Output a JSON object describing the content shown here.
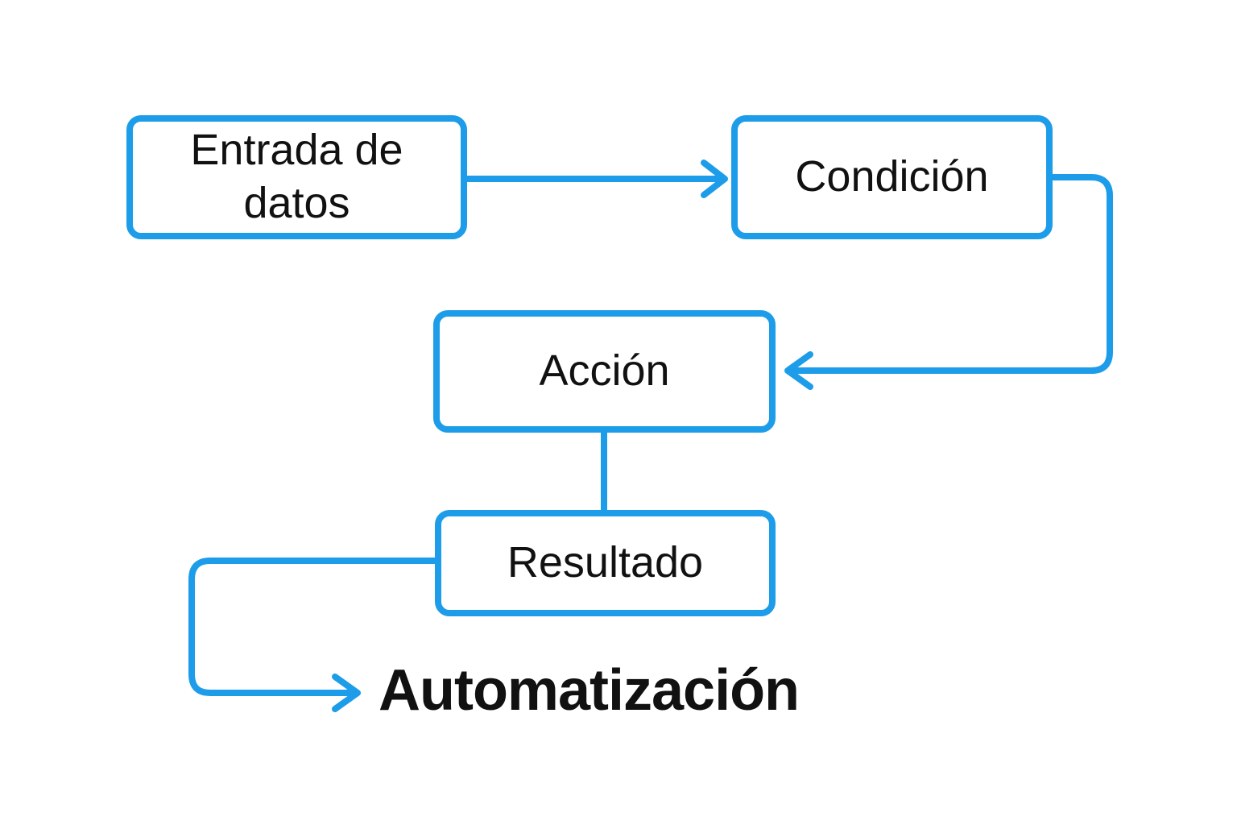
{
  "diagram": {
    "type": "flowchart",
    "background": "#ffffff",
    "colors": {
      "accent": "#1d9de9",
      "text": "#111111"
    },
    "nodes": [
      {
        "id": "entrada",
        "label": "Entrada de datos"
      },
      {
        "id": "condicion",
        "label": "Condición"
      },
      {
        "id": "accion",
        "label": "Acción"
      },
      {
        "id": "resultado",
        "label": "Resultado"
      }
    ],
    "edges": [
      {
        "from": "entrada",
        "to": "condicion",
        "style": "straight-right",
        "arrowhead": true
      },
      {
        "from": "condicion",
        "to": "accion",
        "style": "right-down-left",
        "arrowhead": true
      },
      {
        "from": "accion",
        "to": "resultado",
        "style": "straight-down",
        "arrowhead": false
      },
      {
        "from": "resultado",
        "to": "automatizacion",
        "style": "left-down-right",
        "arrowhead": true
      }
    ],
    "final_label": "Automatización"
  }
}
